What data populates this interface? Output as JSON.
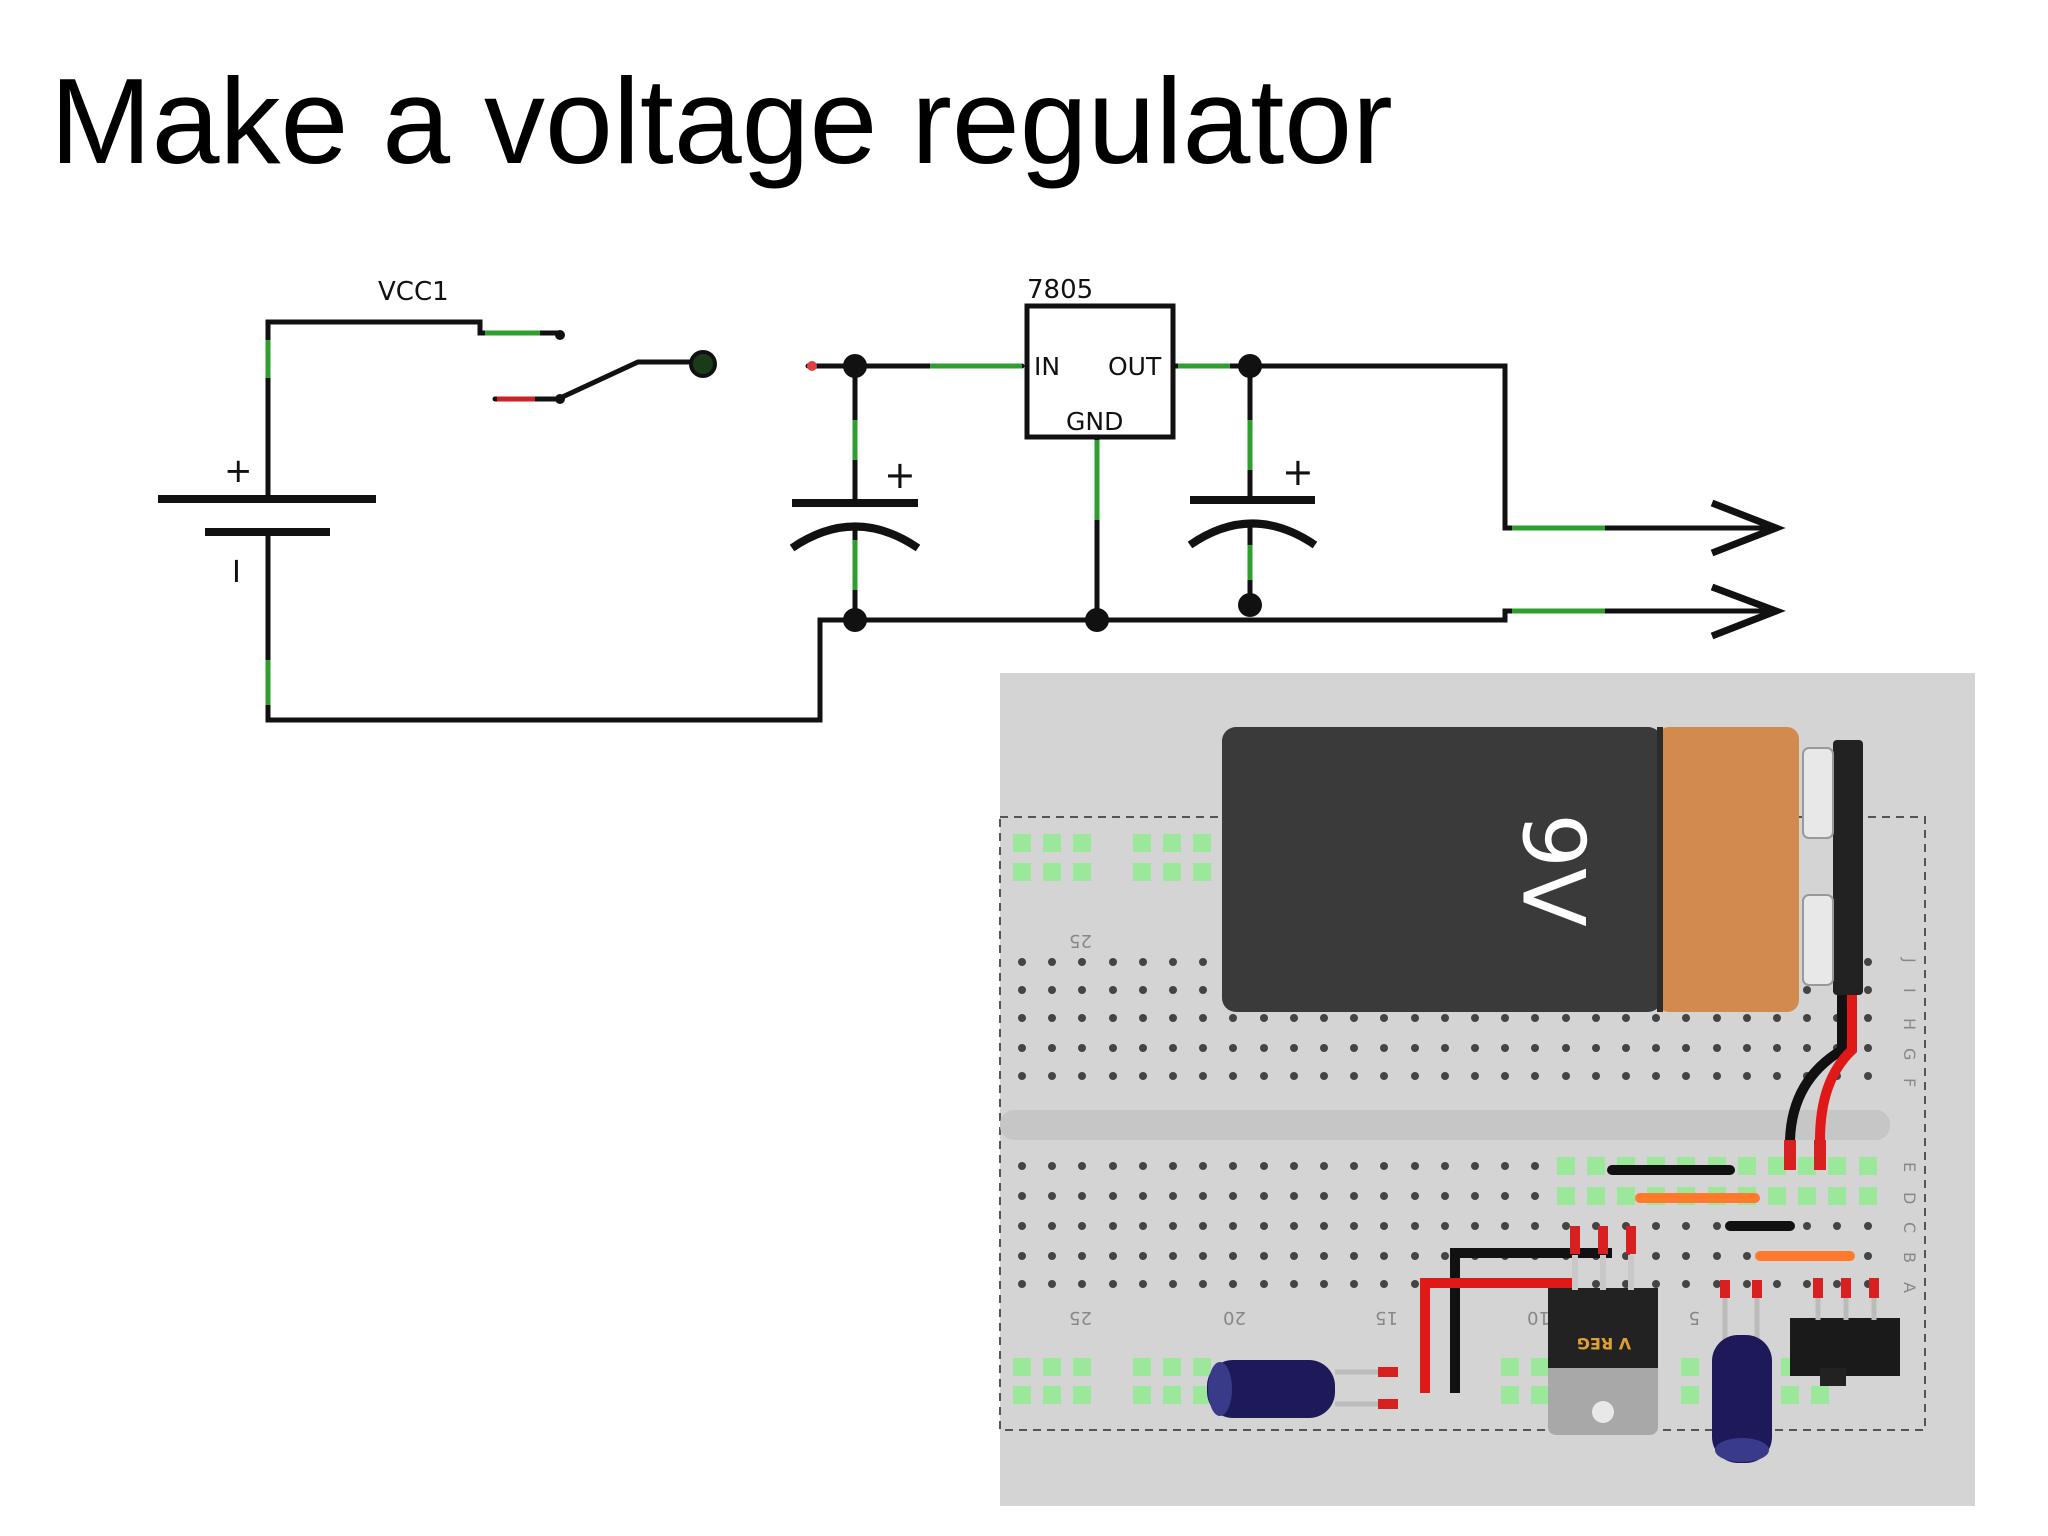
{
  "slide": {
    "title": "Make a voltage regulator"
  },
  "schematic": {
    "battery_label": "VCC1",
    "battery_plus": "+",
    "battery_minus": "I",
    "regulator_label": "7805",
    "regulator_in": "IN",
    "regulator_out": "OUT",
    "regulator_gnd": "GND",
    "cap1_plus": "+",
    "cap2_plus": "+"
  },
  "breadboard": {
    "battery_text": "9V",
    "regulator_text": "V REG",
    "column_numbers": [
      "25",
      "25",
      "20",
      "15",
      "10",
      "5"
    ],
    "row_letters_top": [
      "J",
      "I",
      "H",
      "G",
      "F"
    ],
    "row_letters_bottom": [
      "E",
      "D",
      "C",
      "B",
      "A"
    ]
  },
  "colors": {
    "wire": "#111111",
    "connector_green": "#2e9e2e",
    "connector_red": "#cc2222",
    "breadboard_bg": "#d4d4d4",
    "battery_body": "#3a3a3a",
    "battery_cap": "#d28b4e",
    "capacitor": "#1e1a5a",
    "jumper_orange": "#ff7a2a"
  }
}
